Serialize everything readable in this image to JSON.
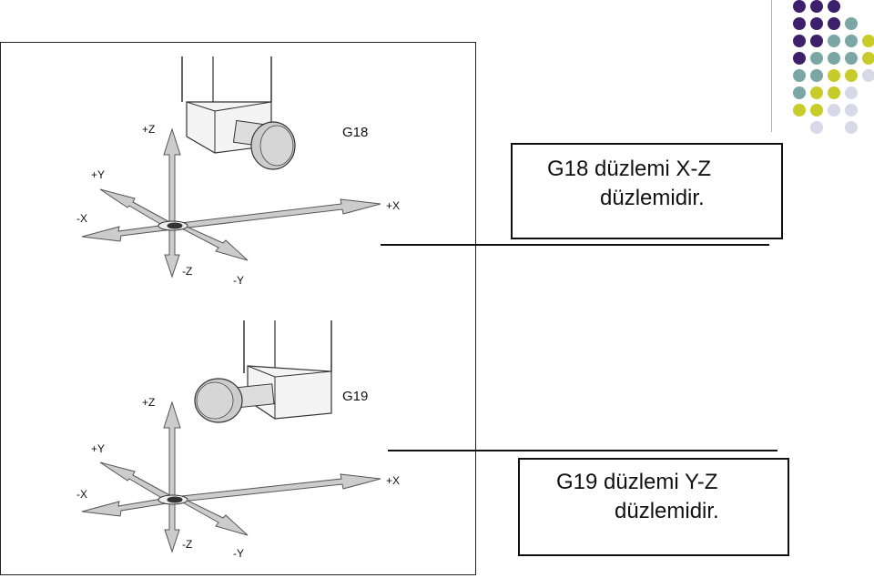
{
  "top": {
    "plane_label": "G18",
    "axes": {
      "pz": "+Z",
      "mz": "-Z",
      "px": "+X",
      "mx": "-X",
      "py": "+Y",
      "my": "-Y"
    },
    "callout_line1": "G18 düzlemi X-Z",
    "callout_line2": "düzlemidir."
  },
  "bottom": {
    "plane_label": "G19",
    "axes": {
      "pz": "+Z",
      "mz": "-Z",
      "px": "+X",
      "mx": "-X",
      "py": "+Y",
      "my": "-Y"
    },
    "callout_line1": "G19 düzlemi Y-Z",
    "callout_line2": "düzlemidir."
  },
  "colors": {
    "purple": "#3e1f6b",
    "teal": "#7aa7a3",
    "lime": "#c8cc2a",
    "lavender": "#d8d8e8"
  }
}
